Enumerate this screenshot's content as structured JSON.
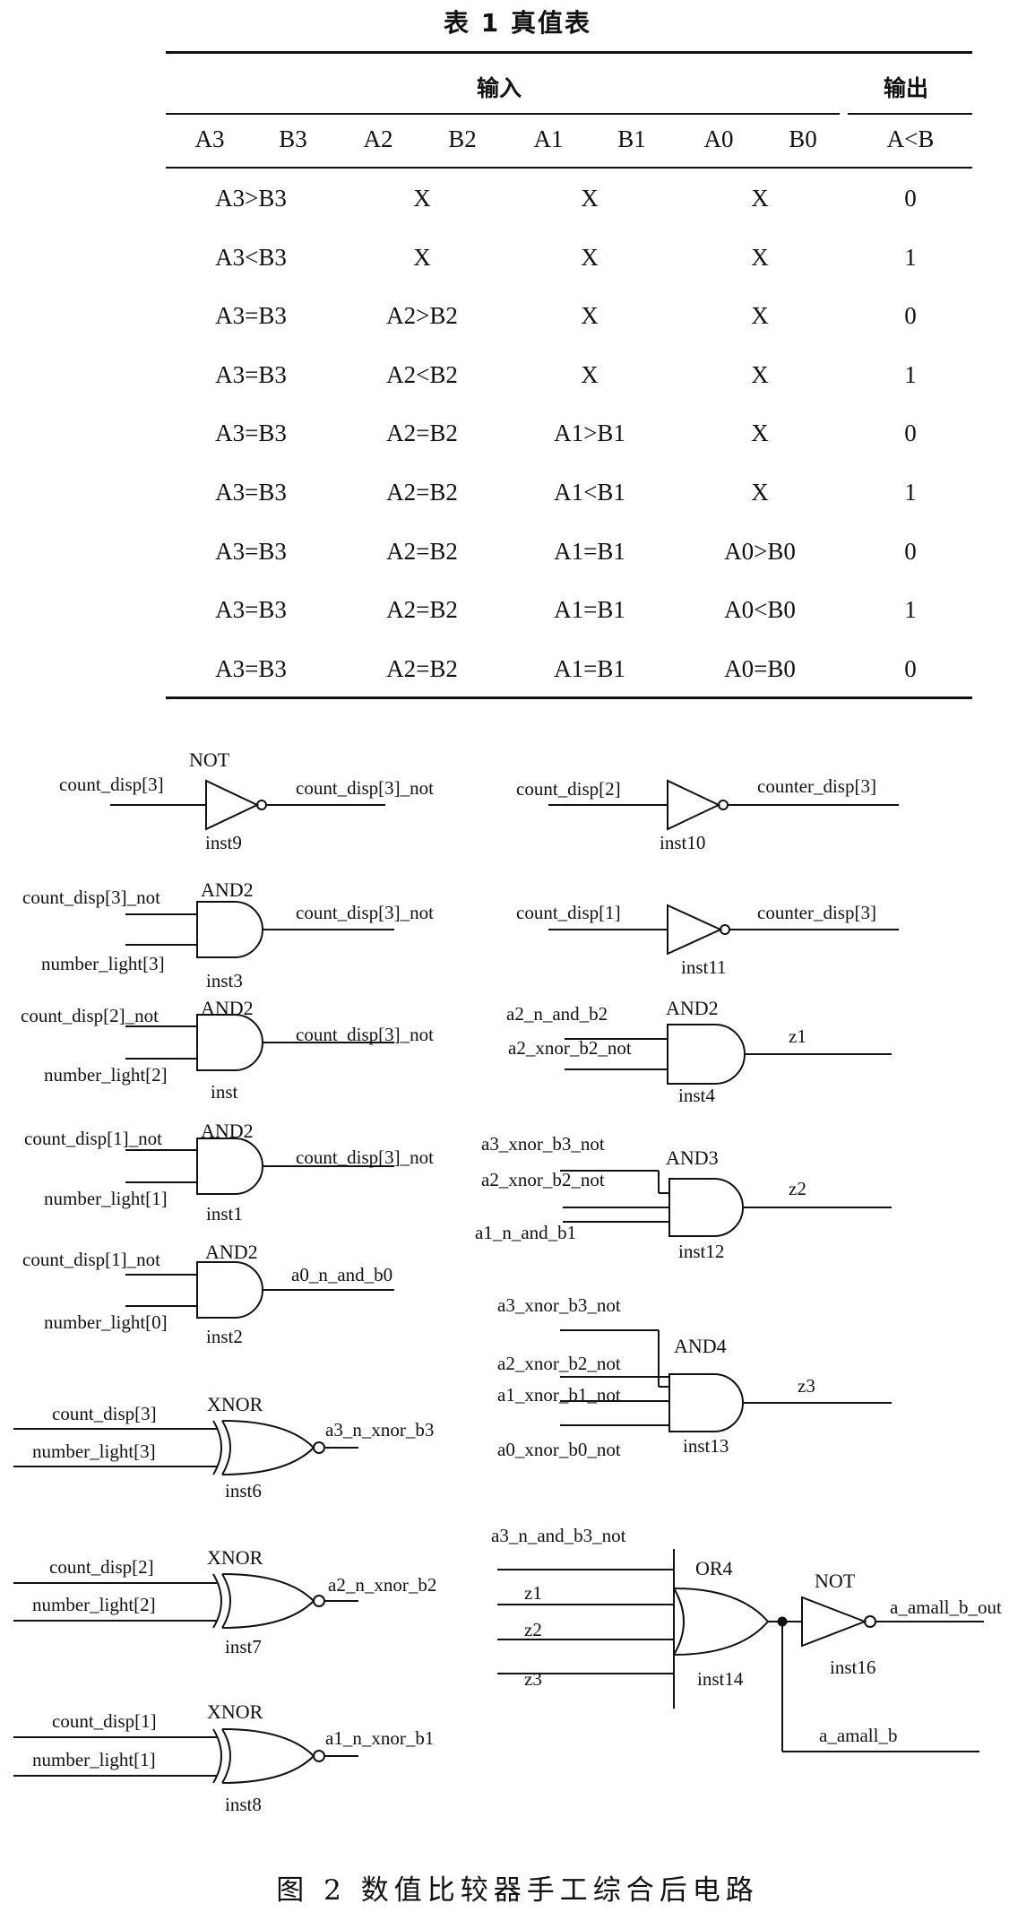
{
  "table": {
    "title": "表 1   真值表",
    "group_input": "输入",
    "group_output": "输出",
    "columns": [
      "A3",
      "B3",
      "A2",
      "B2",
      "A1",
      "B1",
      "A0",
      "B0",
      "A<B"
    ],
    "rows": [
      [
        "A3>B3",
        "X",
        "X",
        "X",
        "0"
      ],
      [
        "A3<B3",
        "X",
        "X",
        "X",
        "1"
      ],
      [
        "A3=B3",
        "A2>B2",
        "X",
        "X",
        "0"
      ],
      [
        "A3=B3",
        "A2<B2",
        "X",
        "X",
        "1"
      ],
      [
        "A3=B3",
        "A2=B2",
        "A1>B1",
        "X",
        "0"
      ],
      [
        "A3=B3",
        "A2=B2",
        "A1<B1",
        "X",
        "1"
      ],
      [
        "A3=B3",
        "A2=B2",
        "A1=B1",
        "A0>B0",
        "0"
      ],
      [
        "A3=B3",
        "A2=B2",
        "A1=B1",
        "A0<B0",
        "1"
      ],
      [
        "A3=B3",
        "A2=B2",
        "A1=B1",
        "A0=B0",
        "0"
      ]
    ]
  },
  "circuit": {
    "inst9": {
      "type": "NOT",
      "name": "inst9",
      "in": "count_disp[3]",
      "out": "count_disp[3]_not"
    },
    "inst10": {
      "name": "inst10",
      "in": "count_disp[2]",
      "out": "counter_disp[3]"
    },
    "inst11": {
      "name": "inst11",
      "in": "count_disp[1]",
      "out": "counter_disp[3]"
    },
    "inst3": {
      "type": "AND2",
      "name": "inst3",
      "in1": "count_disp[3]_not",
      "in2": "number_light[3]",
      "out": "count_disp[3]_not"
    },
    "inst": {
      "type": "AND2",
      "name": "inst",
      "in1": "count_disp[2]_not",
      "in2": "number_light[2]",
      "out": "count_disp[3]_not"
    },
    "inst1": {
      "type": "AND2",
      "name": "inst1",
      "in1": "count_disp[1]_not",
      "in2": "number_light[1]",
      "out": "count_disp[3]_not"
    },
    "inst2": {
      "type": "AND2",
      "name": "inst2",
      "in1": "count_disp[1]_not",
      "in2": "number_light[0]",
      "out": "a0_n_and_b0"
    },
    "inst4": {
      "type": "AND2",
      "name": "inst4",
      "in1": "a2_n_and_b2",
      "in2": "a2_xnor_b2_not",
      "out": "z1"
    },
    "inst12": {
      "type": "AND3",
      "name": "inst12",
      "in1": "a3_xnor_b3_not",
      "in2": "a2_xnor_b2_not",
      "in3": "a1_n_and_b1",
      "out": "z2"
    },
    "inst13": {
      "type": "AND4",
      "name": "inst13",
      "in1": "a3_xnor_b3_not",
      "in2": "a2_xnor_b2_not",
      "in3": "a1_xnor_b1_not",
      "in4": "a0_xnor_b0_not",
      "out": "z3"
    },
    "inst6": {
      "type": "XNOR",
      "name": "inst6",
      "in1": "count_disp[3]",
      "in2": "number_light[3]",
      "out": "a3_n_xnor_b3"
    },
    "inst7": {
      "type": "XNOR",
      "name": "inst7",
      "in1": "count_disp[2]",
      "in2": "number_light[2]",
      "out": "a2_n_xnor_b2"
    },
    "inst8": {
      "type": "XNOR",
      "name": "inst8",
      "in1": "count_disp[1]",
      "in2": "number_light[1]",
      "out": "a1_n_xnor_b1"
    },
    "inst14": {
      "type": "OR4",
      "name": "inst14",
      "in1": "a3_n_and_b3_not",
      "in2": "z1",
      "in3": "z2",
      "in4": "z3"
    },
    "inst16": {
      "type": "NOT",
      "name": "inst16",
      "out": "a_amall_b_out"
    },
    "branch": "a_amall_b"
  },
  "caption": "图 2   数值比较器手工综合后电路"
}
